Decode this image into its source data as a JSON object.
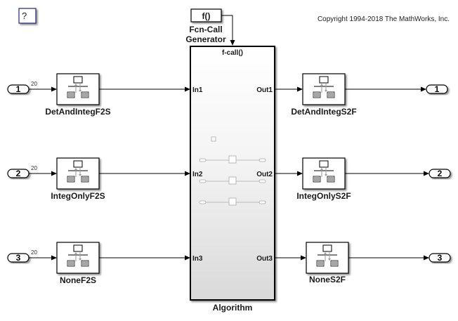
{
  "help_button": {
    "label": "?"
  },
  "copyright": "Copyright 1994-2018 The MathWorks, Inc.",
  "fcn_call_generator": {
    "glyph": "f()",
    "name_line1": "Fcn-Call",
    "name_line2": "Generator"
  },
  "algorithm": {
    "name": "Algorithm",
    "trigger_label": "f-call()",
    "inputs": [
      "In1",
      "In2",
      "In3"
    ],
    "outputs": [
      "Out1",
      "Out2",
      "Out3"
    ]
  },
  "inports": [
    {
      "number": "1",
      "width": "20"
    },
    {
      "number": "2",
      "width": "20"
    },
    {
      "number": "3",
      "width": "20"
    }
  ],
  "input_converters": [
    {
      "name": "DetAndIntegF2S"
    },
    {
      "name": "IntegOnlyF2S"
    },
    {
      "name": "NoneF2S"
    }
  ],
  "output_converters": [
    {
      "name": "DetAndIntegS2F"
    },
    {
      "name": "IntegOnlyS2F"
    },
    {
      "name": "NoneS2F"
    }
  ],
  "outports": [
    {
      "number": "1"
    },
    {
      "number": "2"
    },
    {
      "number": "3"
    }
  ],
  "colors": {
    "line": "#000000",
    "block_border": "#000000",
    "help_border": "#1f2a6b",
    "gray_arrow": "#9a9a9a",
    "subsystem_gradient_top": "#ffffff",
    "subsystem_gradient_bottom": "#d9d9d9"
  }
}
